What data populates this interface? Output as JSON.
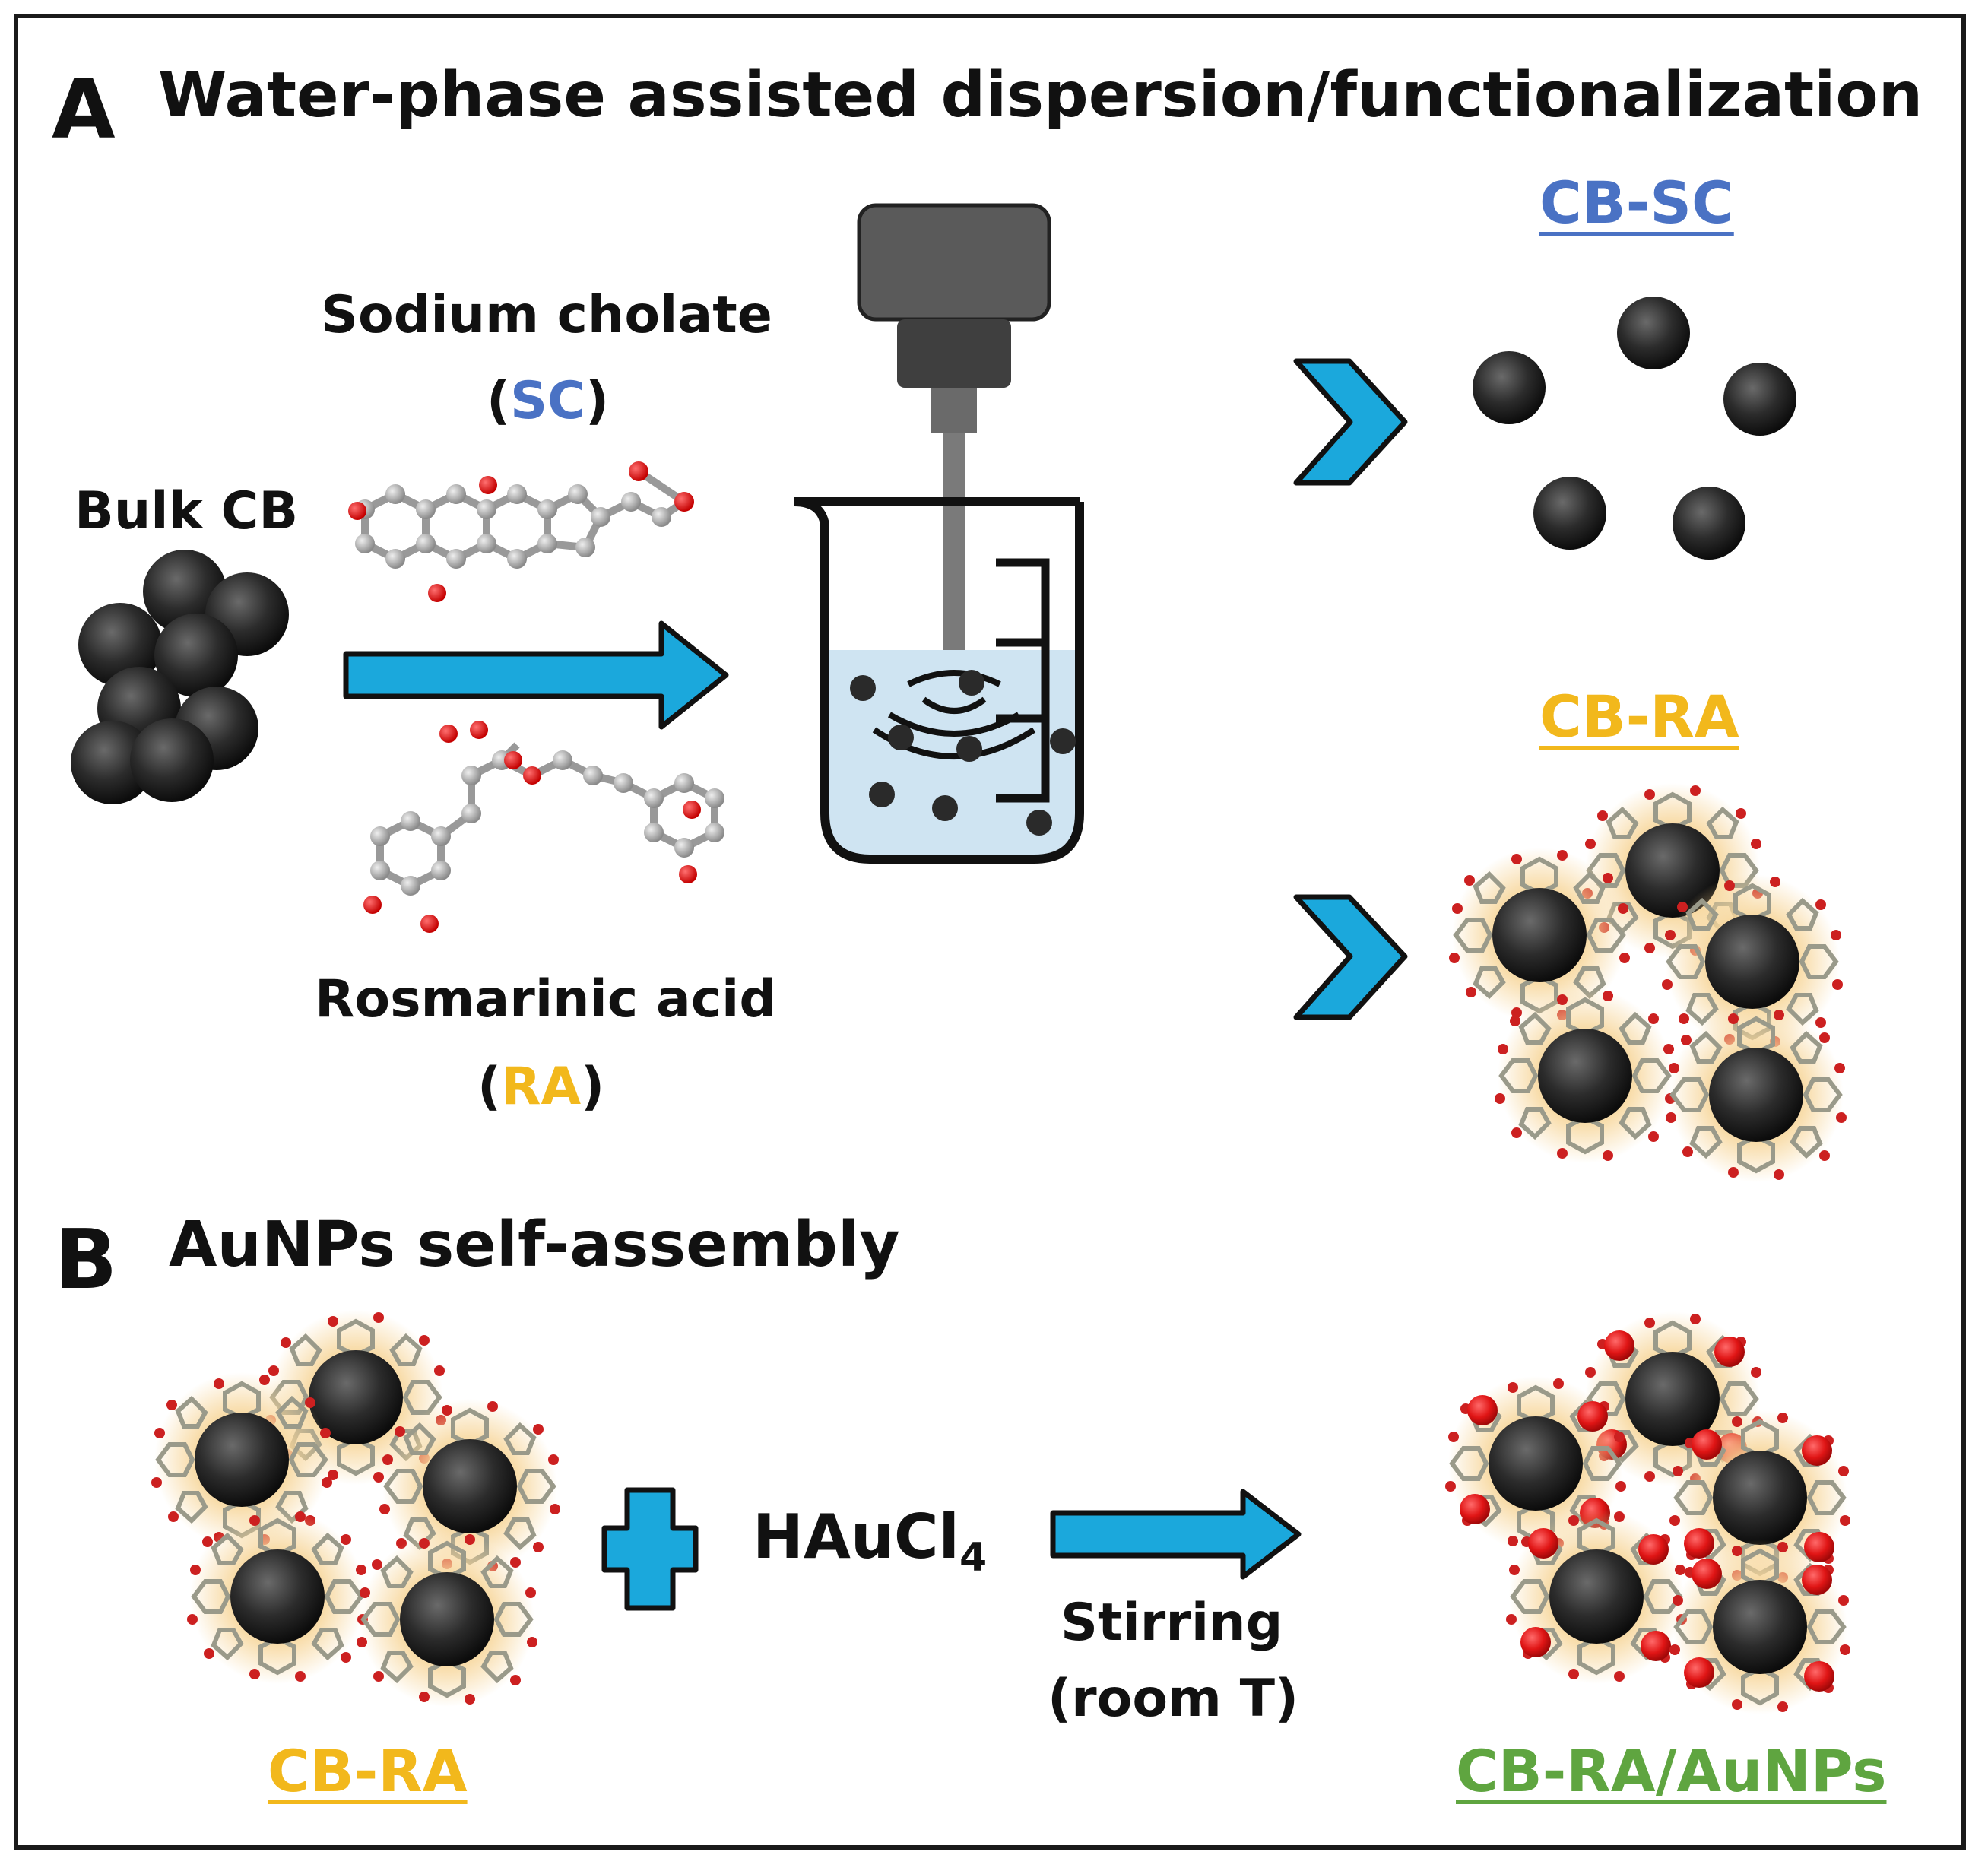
{
  "panel_a": {
    "letter": "A",
    "title": "Water-phase assisted dispersion/functionalization",
    "bulk_label": "Bulk CB",
    "sc_name": "Sodium cholate",
    "sc_open": "(",
    "sc_abbr": "SC",
    "sc_close": ")",
    "ra_name": "Rosmarinic acid",
    "ra_open": "(",
    "ra_abbr": "RA",
    "ra_close": ")",
    "product_sc": "CB-SC",
    "product_ra": "CB-RA"
  },
  "panel_b": {
    "letter": "B",
    "title": "AuNPs self-assembly",
    "reactant_label": "CB-RA",
    "reagent": "HAuCl",
    "reagent_sub": "4",
    "condition_1": "Stirring",
    "condition_2": "(room T)",
    "product": "CB-RA/AuNPs"
  },
  "colors": {
    "arrow": "#1ba8dc",
    "sc": "#4a72c4",
    "ra": "#f2b81c",
    "aunps": "#5fa540",
    "particle": "#2a2a2a",
    "gold_np": "#e01515",
    "liquid": "#cfe4f2"
  },
  "icons": [
    "sonicator-probe-icon",
    "beaker-icon",
    "right-arrow-icon",
    "chevron-right-icon",
    "plus-icon"
  ]
}
